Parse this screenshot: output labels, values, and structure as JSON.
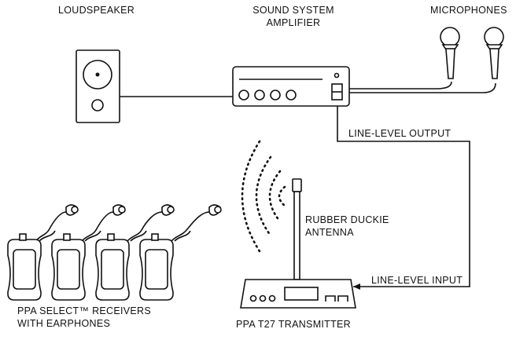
{
  "labels": {
    "loudspeaker": "LOUDSPEAKER",
    "amplifier_line1": "SOUND SYSTEM",
    "amplifier_line2": "AMPLIFIER",
    "microphones": "MICROPHONES",
    "line_level_output": "LINE-LEVEL OUTPUT",
    "antenna_line1": "RUBBER DUCKIE",
    "antenna_line2": "ANTENNA",
    "line_level_input": "LINE-LEVEL INPUT",
    "receivers_line1": "PPA SELECT™ RECEIVERS",
    "receivers_line2": "WITH EARPHONES",
    "transmitter": "PPA T27 TRANSMITTER"
  },
  "icons": [
    "loudspeaker-icon",
    "amplifier-icon",
    "microphone-icon",
    "transmitter-icon",
    "antenna-icon",
    "radio-waves-icon",
    "receiver-icon",
    "earphone-icon"
  ],
  "counts": {
    "microphones": 2,
    "receivers": 4
  }
}
